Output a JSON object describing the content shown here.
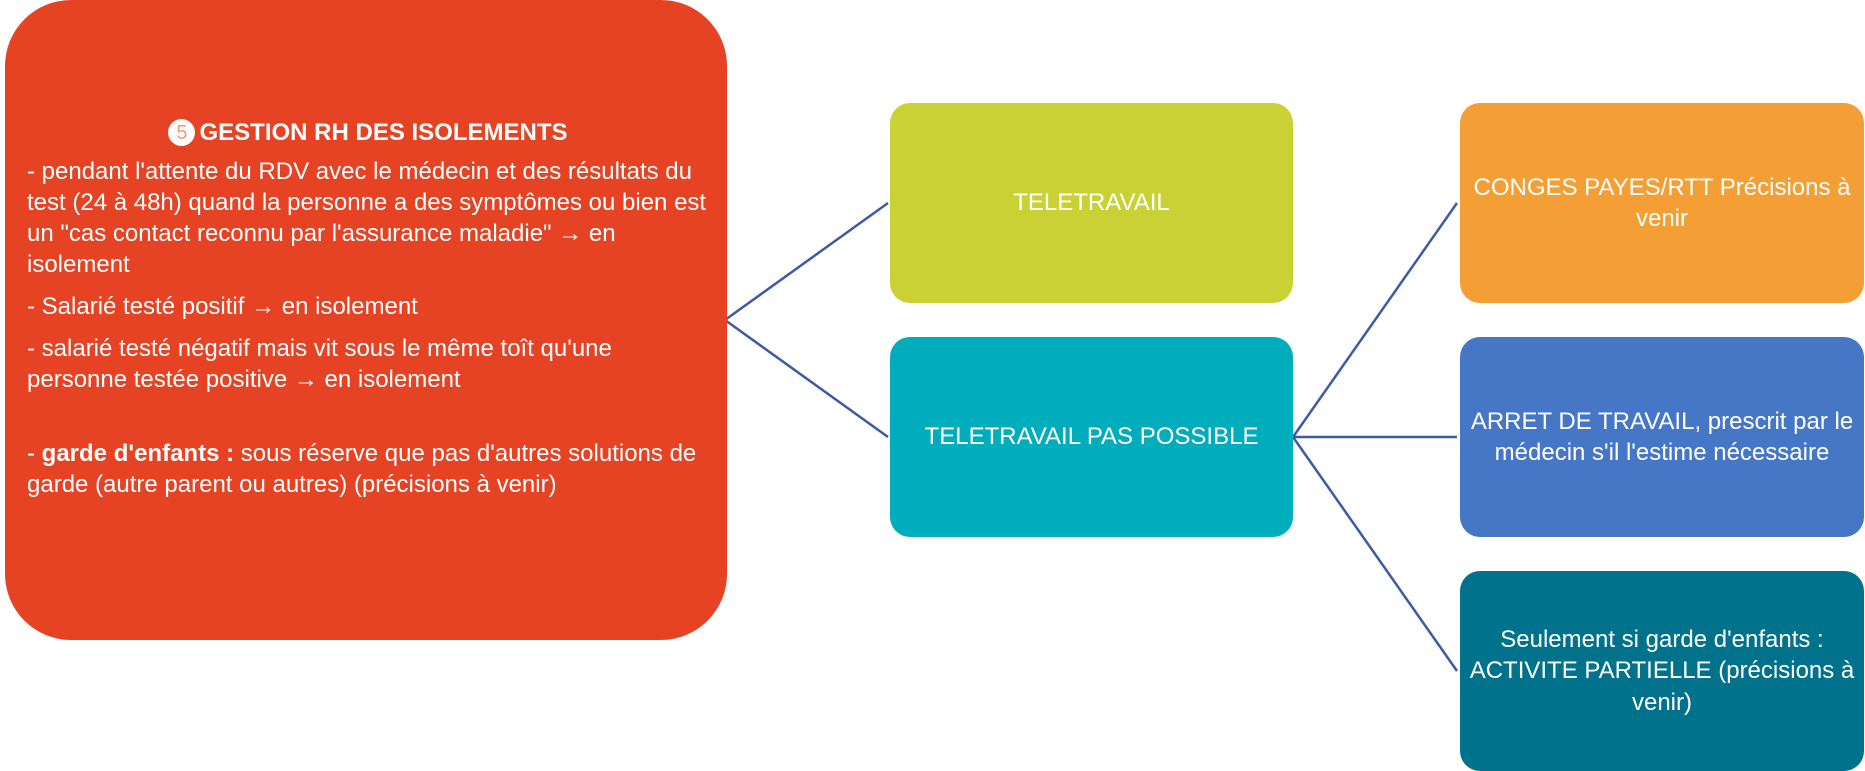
{
  "colors": {
    "main": "#e64324",
    "teletravail": "#c9d134",
    "teletravail_pas_possible": "#00adbc",
    "conges": "#f49f36",
    "arret": "#4676c6",
    "activite": "#00728b",
    "connector": "#3c5aa6"
  },
  "main": {
    "badge": "5",
    "title": "GESTION RH DES ISOLEMENTS",
    "item1": "- pendant l'attente du RDV avec le médecin et des résultats du test (24 à 48h) quand la personne a des symptômes ou bien est un \"cas contact reconnu par l'assurance maladie\" → en isolement",
    "item2": "- Salarié testé positif → en isolement",
    "item3": "- salarié testé négatif mais vit sous le même toît qu'une personne testée positive → en isolement",
    "item4_prefix": "- ",
    "item4_bold": "garde d'enfants :",
    "item4_rest": " sous réserve que pas d'autres solutions de garde (autre parent ou autres) (précisions à venir)"
  },
  "nodes": {
    "teletravail": "TELETRAVAIL",
    "teletravail_pas_possible": "TELETRAVAIL PAS POSSIBLE",
    "conges": "CONGES PAYES/RTT Précisions à venir",
    "arret": "ARRET  DE TRAVAIL, prescrit par le médecin s'il l'estime nécessaire",
    "activite": "Seulement si garde d'enfants : ACTIVITE PARTIELLE (précisions à venir)"
  }
}
